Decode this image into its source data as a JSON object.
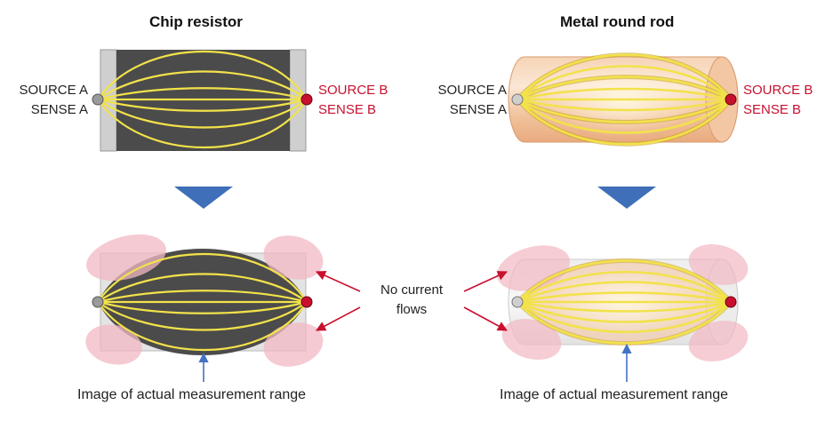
{
  "chip": {
    "title": "Chip resistor",
    "source_a": "SOURCE A",
    "sense_a": "SENSE A",
    "source_b": "SOURCE B",
    "sense_b": "SENSE B",
    "caption": "Image of actual measurement range"
  },
  "rod": {
    "title": "Metal round rod",
    "source_a": "SOURCE A",
    "sense_a": "SENSE A",
    "source_b": "SOURCE B",
    "sense_b": "SENSE B",
    "caption": "Image of actual measurement range"
  },
  "note": {
    "line1": "No current",
    "line2": "flows"
  },
  "colors": {
    "chip_body": "#4b4b4b",
    "electrode": "#cfcfcf",
    "current_line": "#f2e24a",
    "terminal_red": "#c8102e",
    "terminal_gray": "#9a9a9a",
    "rod_copper": "#f0c39e",
    "pink_zone": "#f3b9c3",
    "arrow_blue": "#4472c4",
    "arrow_red": "#c8102e"
  }
}
